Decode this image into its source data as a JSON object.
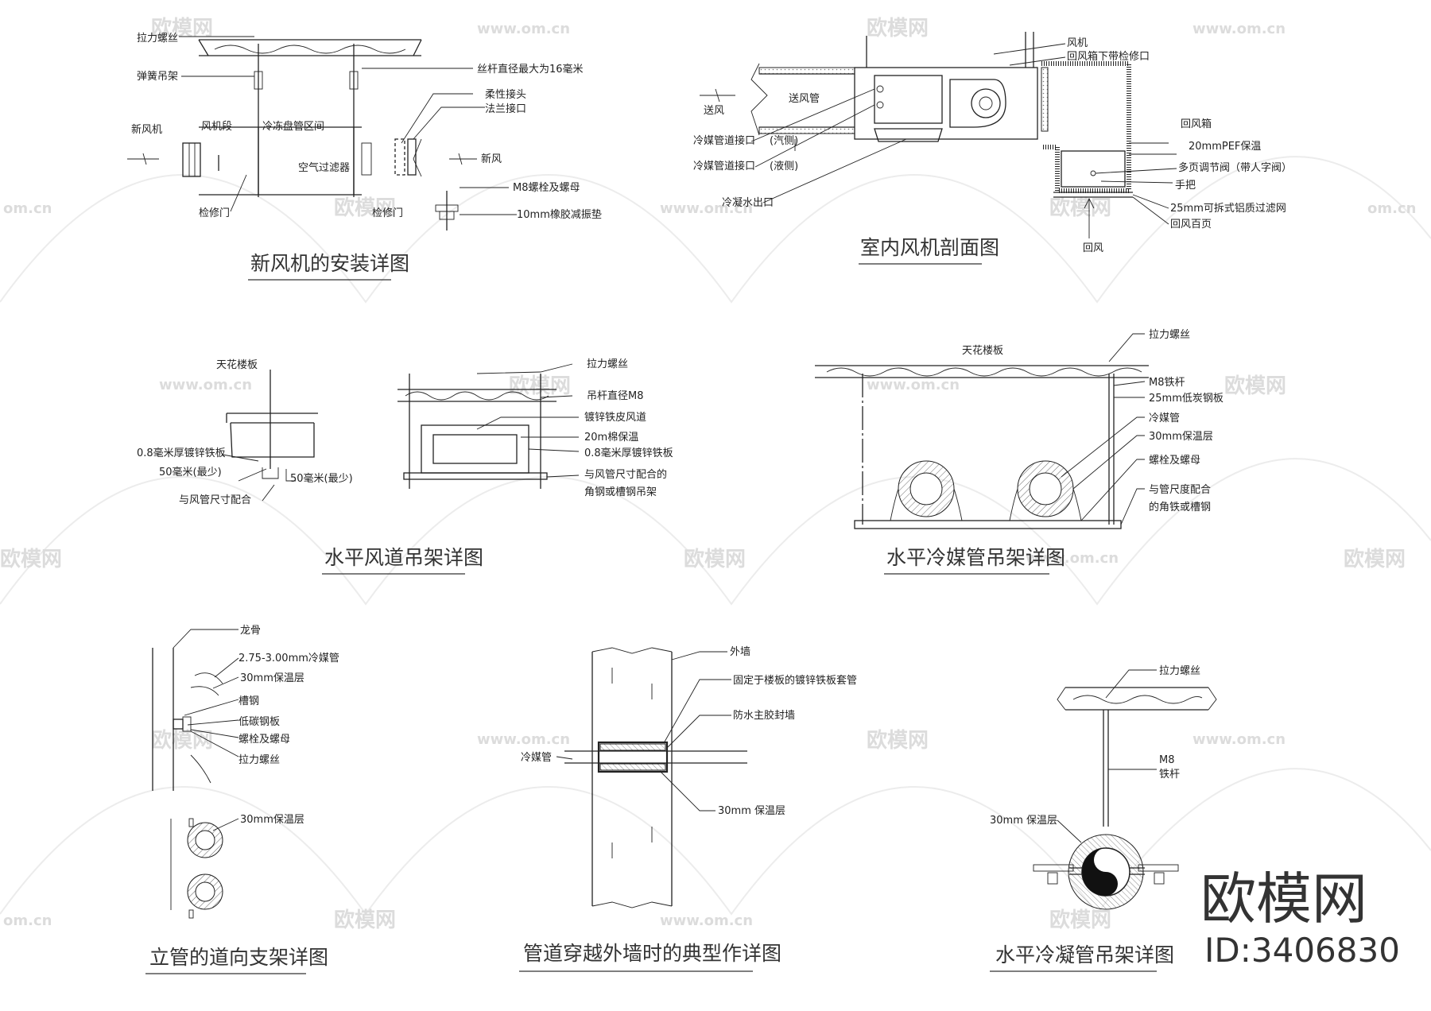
{
  "watermark": {
    "brand": "欧模网",
    "url": "www.om.cn",
    "url_short": "om.cn"
  },
  "logo": {
    "name": "欧模网",
    "id": "ID:3406830"
  },
  "d1": {
    "title": "新风机的安装详图",
    "labels": [
      "拉力螺丝",
      "弹簧吊架",
      "丝杆直径最大为16毫米",
      "柔性接头",
      "法兰接口",
      "新风机",
      "风机段",
      "冷冻盘管区间",
      "新风",
      "空气过滤器",
      "M8螺栓及螺母",
      "10mm橡胶减振垫",
      "检修门",
      "检修门"
    ]
  },
  "d2": {
    "title": "室内风机剖面图",
    "labels": [
      "风机",
      "回风箱下带检修口",
      "送风管",
      "送风",
      "冷媒管道接口",
      "(汽侧)",
      "冷媒管道接口",
      "(液侧)",
      "冷凝水出口",
      "回风箱",
      "20mmPEF保温",
      "多页调节阀（带人字阀）",
      "手把",
      "25mm可拆式铝质过滤网",
      "回风百页",
      "回风"
    ]
  },
  "d3": {
    "title": "水平风道吊架详图",
    "labels": [
      "天花楼板",
      "0.8毫米厚镀锌铁板",
      "50毫米(最少)",
      "50毫米(最少)",
      "与风管尺寸配合",
      "拉力螺丝",
      "吊杆直径M8",
      "镀锌铁皮风道",
      "20m棉保温",
      "0.8毫米厚镀锌铁板",
      "与风管尺寸配合的",
      "角钢或槽钢吊架"
    ]
  },
  "d4": {
    "title": "水平冷媒管吊架详图",
    "labels": [
      "天花楼板",
      "拉力螺丝",
      "M8铁杆",
      "25mm低炭钢板",
      "冷媒管",
      "30mm保温层",
      "螺栓及螺母",
      "与管尺度配合",
      "的角铁或槽钢"
    ]
  },
  "d5": {
    "title": "立管的道向支架详图",
    "labels": [
      "龙骨",
      "2.75-3.00mm冷媒管",
      "30mm保温层",
      "槽钢",
      "低碳钢板",
      "螺栓及螺母",
      "拉力螺丝",
      "30mm保温层"
    ]
  },
  "d6": {
    "title": "管道穿越外墙时的典型作详图",
    "labels": [
      "外墙",
      "固定于楼板的镀锌铁板套管",
      "防水主胶封墙",
      "冷媒管",
      "30mm 保温层"
    ]
  },
  "d7": {
    "title": "水平冷凝管吊架详图",
    "labels": [
      "拉力螺丝",
      "M8",
      "铁杆",
      "30mm 保温层"
    ]
  }
}
